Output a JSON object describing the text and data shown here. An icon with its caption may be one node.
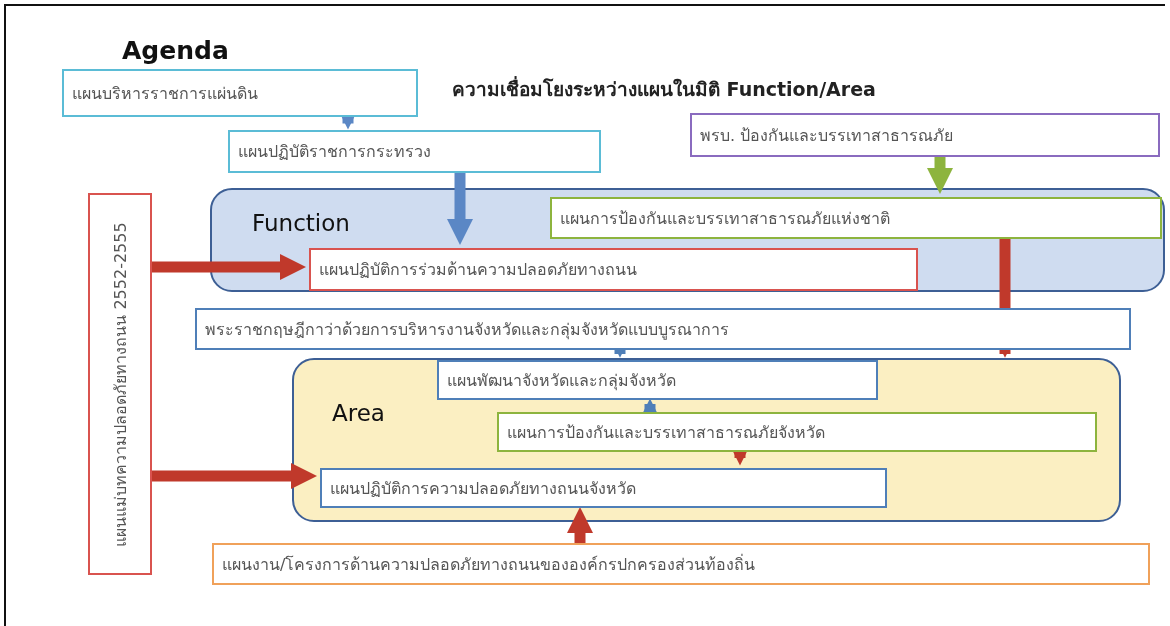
{
  "diagram": {
    "title": "ความเชื่อมโยงระหว่างแผนในมิติ Function/Area",
    "nodes": [
      {
        "text": [
          "แผนบริหารราชการแผ่นดิน"
        ]
      },
      {
        "text": [
          "แผนปฏิบัติราชการกระทรวง"
        ]
      },
      {
        "text": [
          "พรบ. ป้องกันและบรรเทาสาธารณภัย"
        ]
      },
      {
        "text": [
          "Function"
        ]
      },
      {
        "text": [
          "แผนการป้องกันและบรรเทาสาธารณภัยแห่งชาติ"
        ],
        "in": 3
      },
      {
        "text": [
          "แผนปฏิบัติการร่วมด้านความปลอดภัยทางถนน"
        ],
        "in": 3
      },
      {
        "text": [
          "แผนแม่บทความปลอดภัยทางถนน 2552-2555"
        ]
      },
      {
        "text": [
          "พระราชกฤษฎีกาว่าด้วยการบริหารงานจังหวัดและกลุ่มจังหวัดแบบบูรณาการ"
        ]
      },
      {
        "text": [
          "Area"
        ]
      },
      {
        "text": [
          "แผนพัฒนาจังหวัดและกลุ่มจังหวัด"
        ],
        "in": 8
      },
      {
        "text": [
          "แผนการป้องกันและบรรเทาสาธารณภัยจังหวัด"
        ],
        "in": 8
      },
      {
        "text": [
          "แผนปฏิบัติการความปลอดภัยทางถนนจังหวัด"
        ],
        "in": 8
      },
      {
        "text": [
          "แผนงาน/โครงการด้านความปลอดภัยทางถนนขององค์กรปกครองส่วนท้องถิ่น"
        ]
      }
    ],
    "edges": [
      {
        "from": 0,
        "to": 1,
        "arrow": "to",
        "color": "#5b87c5"
      },
      {
        "from": 1,
        "to": 5,
        "arrow": "to",
        "color": "#5b87c5"
      },
      {
        "from": 2,
        "to": 4,
        "arrow": "to",
        "color": "#8db43e"
      },
      {
        "from": 4,
        "to": 7,
        "arrow": "none",
        "color": "#c0392b"
      },
      {
        "from": 7,
        "to": 8,
        "arrow": "to",
        "color": "#c0392b"
      },
      {
        "from": 6,
        "to": 5,
        "arrow": "to",
        "color": "#c0392b"
      },
      {
        "from": 6,
        "to": 11,
        "arrow": "to",
        "color": "#c0392b"
      },
      {
        "from": 7,
        "to": 9,
        "arrow": "to",
        "color": "#4f7fb8"
      },
      {
        "from": 10,
        "to": 9,
        "arrow": "to",
        "color": "#4f7fb8"
      },
      {
        "from": 10,
        "to": 11,
        "arrow": "to",
        "color": "#c0392b"
      },
      {
        "from": 12,
        "to": 11,
        "arrow": "to",
        "color": "#c0392b"
      }
    ],
    "labels": [
      "Agenda"
    ]
  }
}
